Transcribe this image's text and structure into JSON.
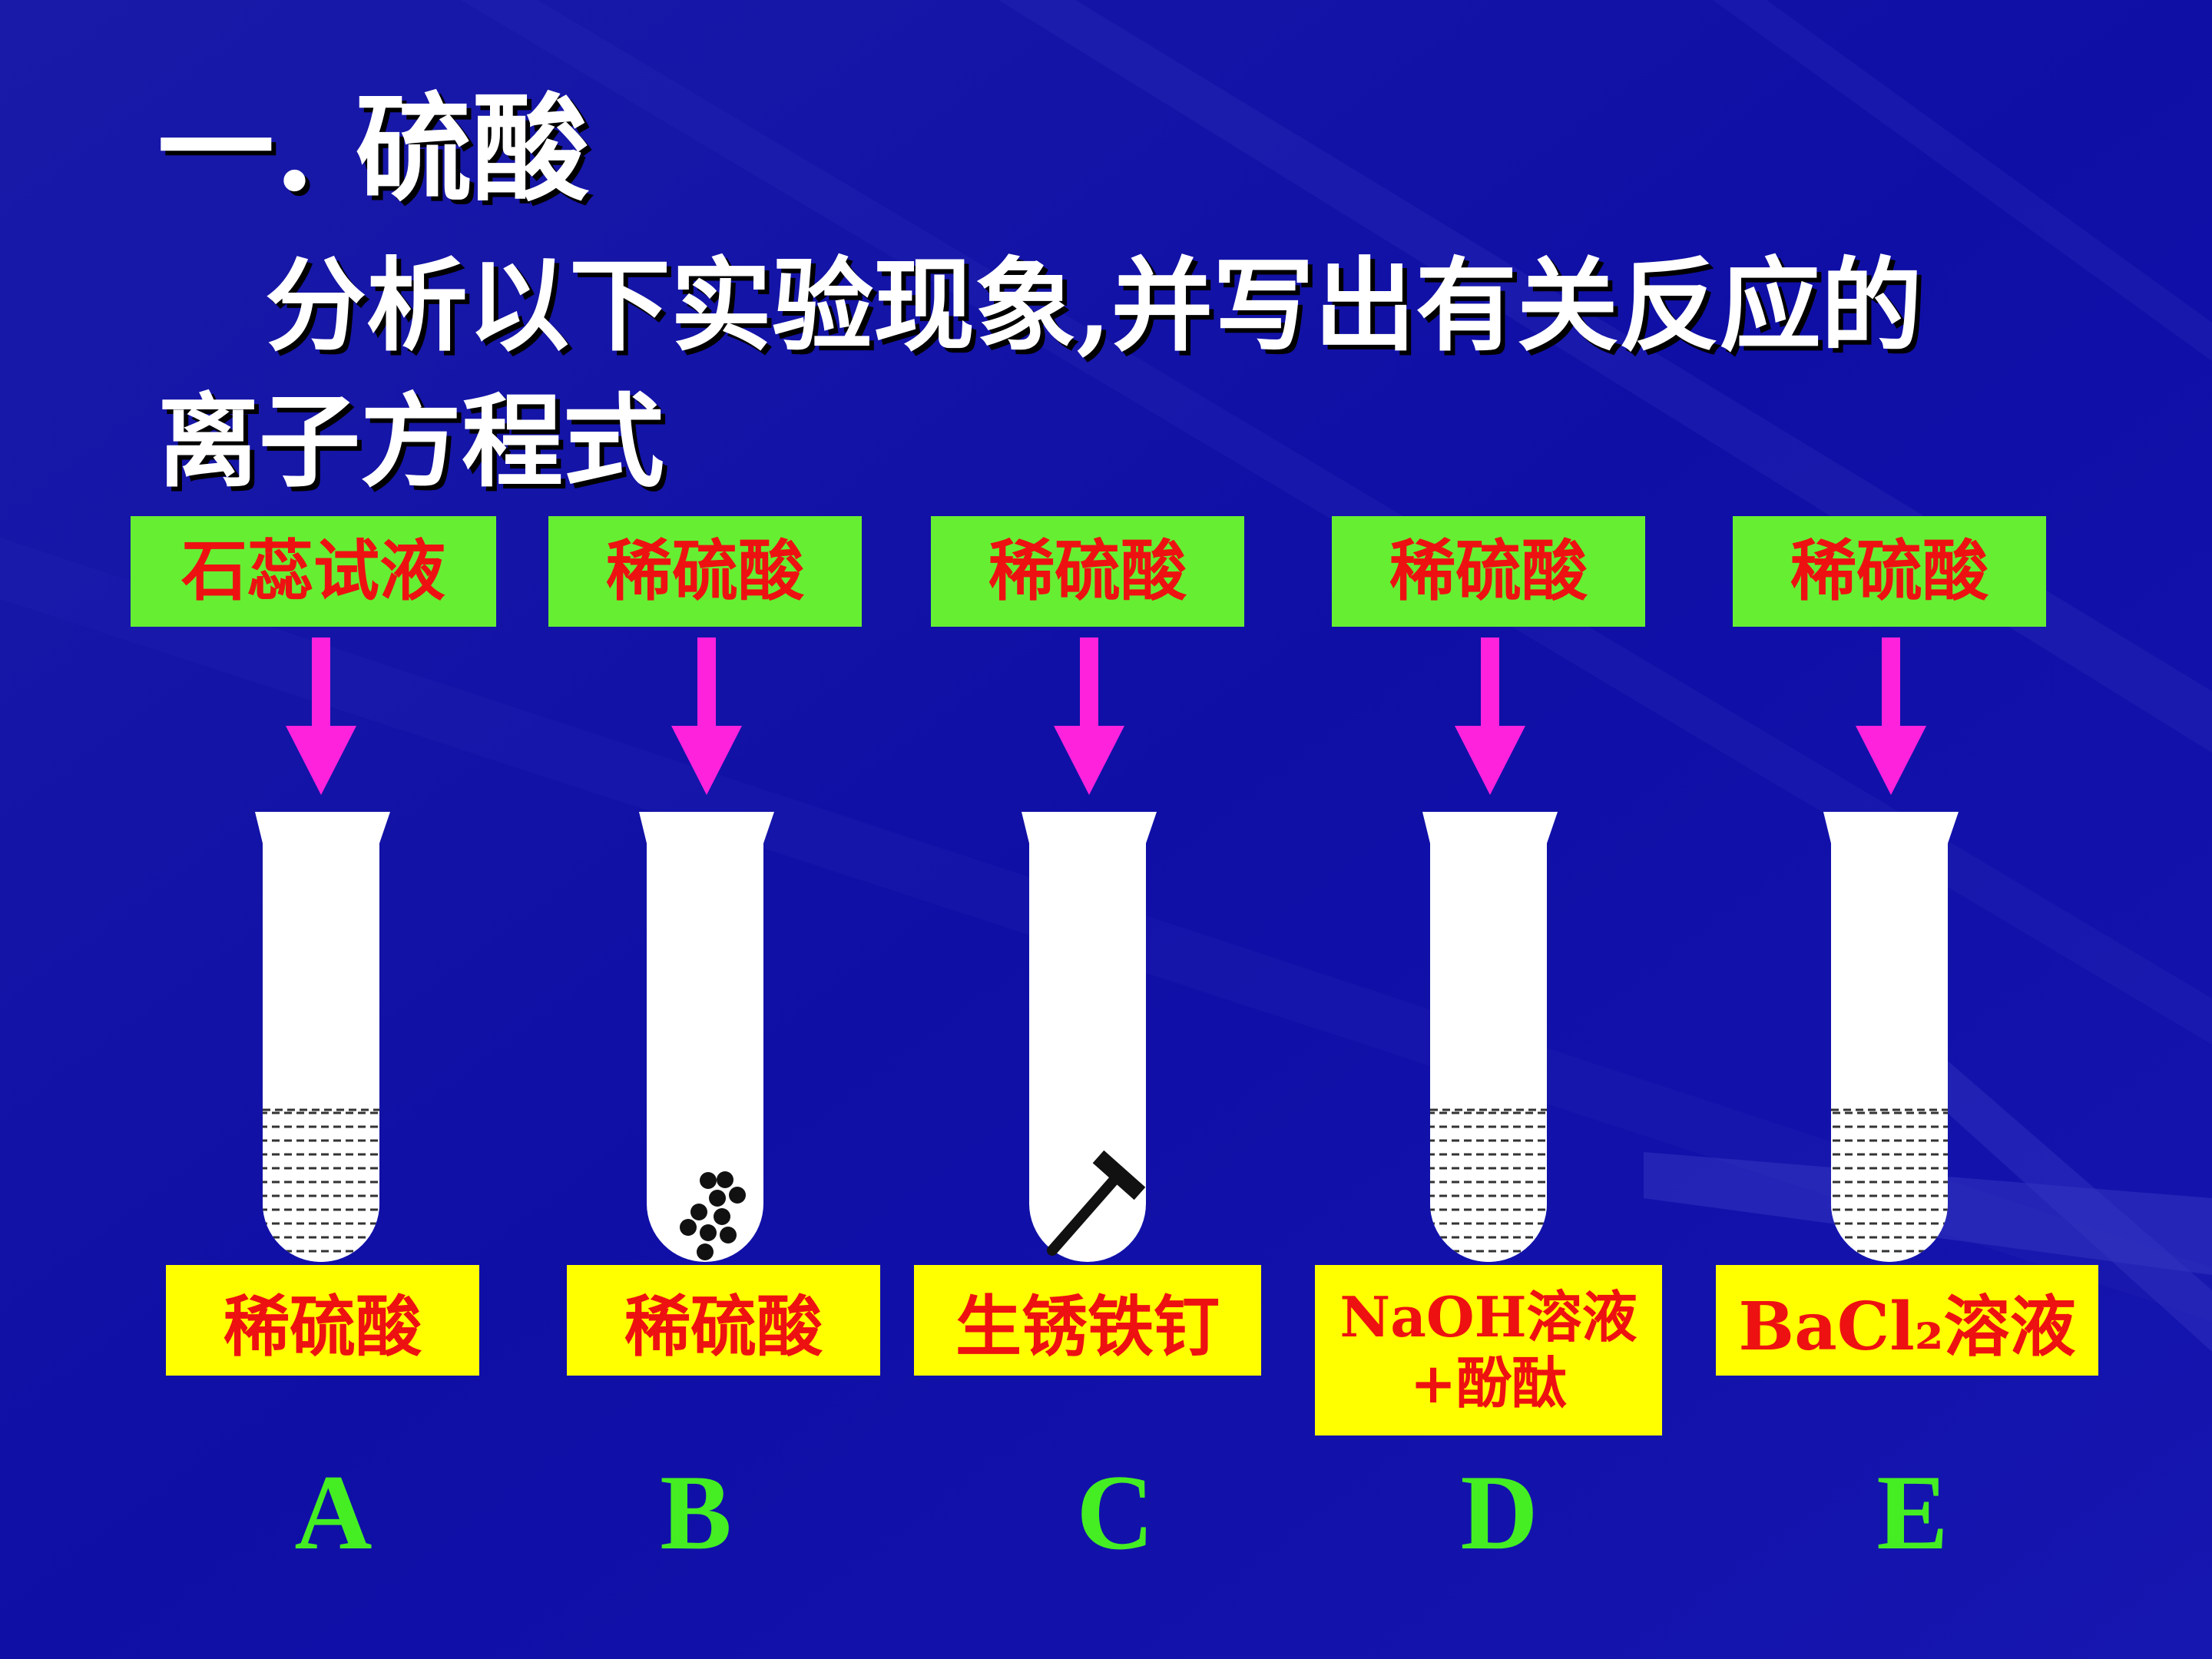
{
  "slide": {
    "title": "一. 硫酸",
    "subtitle_line1": "分析以下实验现象,并写出有关反应的",
    "subtitle_line2": "离子方程式",
    "colors": {
      "background": "#1010a8",
      "top_label_bg": "#66ee33",
      "bottom_label_bg": "#ffff00",
      "label_text": "#ee1111",
      "arrow": "#ff22dd",
      "letter": "#44ee22"
    }
  },
  "experiments": [
    {
      "letter": "A",
      "reagent_added": "石蕊试液",
      "tube_content": "稀硫酸",
      "tube_content_line2": ""
    },
    {
      "letter": "B",
      "reagent_added": "稀硫酸",
      "tube_content": "稀硫酸",
      "tube_content_line2": ""
    },
    {
      "letter": "C",
      "reagent_added": "稀硫酸",
      "tube_content": "生锈铁钉",
      "tube_content_line2": ""
    },
    {
      "letter": "D",
      "reagent_added": "稀硫酸",
      "tube_content": "NaOH溶液",
      "tube_content_line2": "+酚酞"
    },
    {
      "letter": "E",
      "reagent_added": "稀硫酸",
      "tube_content": "BaCl₂溶液",
      "tube_content_line2": ""
    }
  ]
}
